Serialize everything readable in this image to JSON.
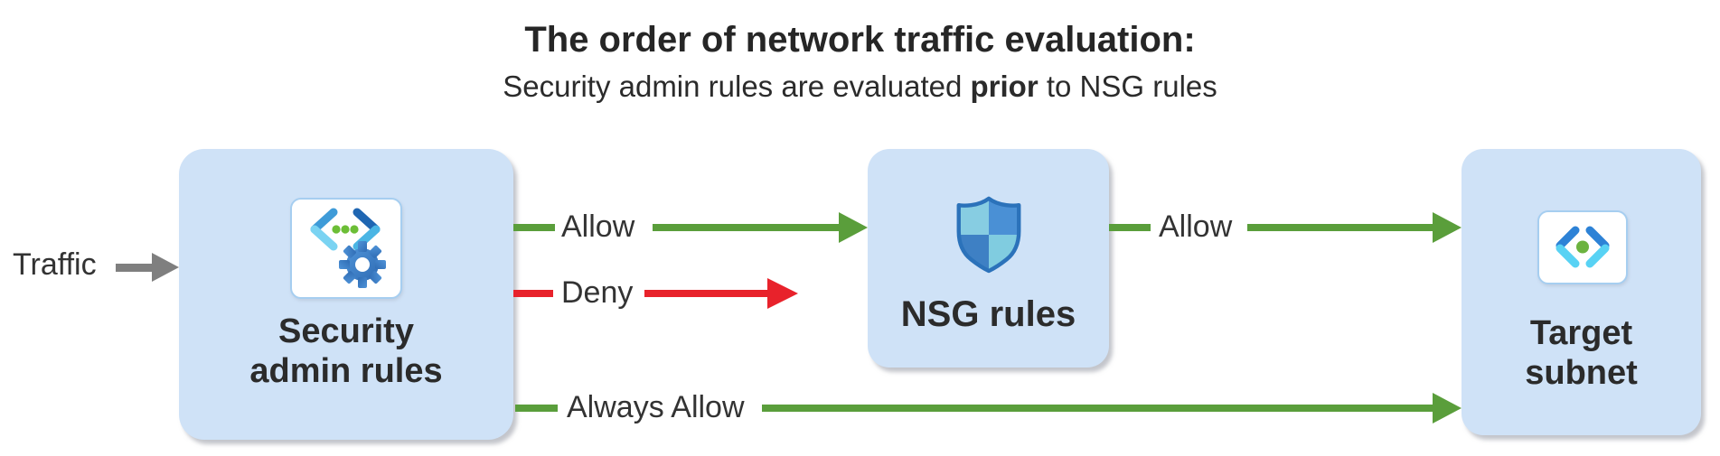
{
  "header": {
    "title": "The order of network traffic evaluation:",
    "subtitle": {
      "prefix": "Security admin rules are evaluated ",
      "bold": "prior",
      "suffix": " to NSG rules"
    }
  },
  "nodes": {
    "security_admin": {
      "label": "Security\nadmin rules",
      "icon": "network-manager-gear-icon"
    },
    "nsg": {
      "label": "NSG rules",
      "icon": "shield-icon"
    },
    "target": {
      "label": "Target\nsubnet",
      "icon": "subnet-code-icon"
    }
  },
  "arrows": {
    "traffic": {
      "label": "Traffic",
      "color": "#7f7f7f"
    },
    "allow_to_nsg": {
      "label": "Allow",
      "color": "#5a9e3b"
    },
    "deny": {
      "label": "Deny",
      "color": "#e8222b"
    },
    "allow_to_target": {
      "label": "Allow",
      "color": "#5a9e3b"
    },
    "always_allow": {
      "label": "Always Allow",
      "color": "#5a9e3b"
    }
  },
  "colors": {
    "green": "#5a9e3b",
    "red": "#e8222b",
    "gray": "#7f7f7f",
    "box_blue": "#cfe2f7",
    "text_dark": "#2b2b2b",
    "shield_border": "#2b72ba",
    "icon_blue_dark": "#1f66b2",
    "icon_blue": "#2d82d6",
    "icon_cyan": "#58d2f4",
    "icon_green_dot": "#6cb33f"
  }
}
